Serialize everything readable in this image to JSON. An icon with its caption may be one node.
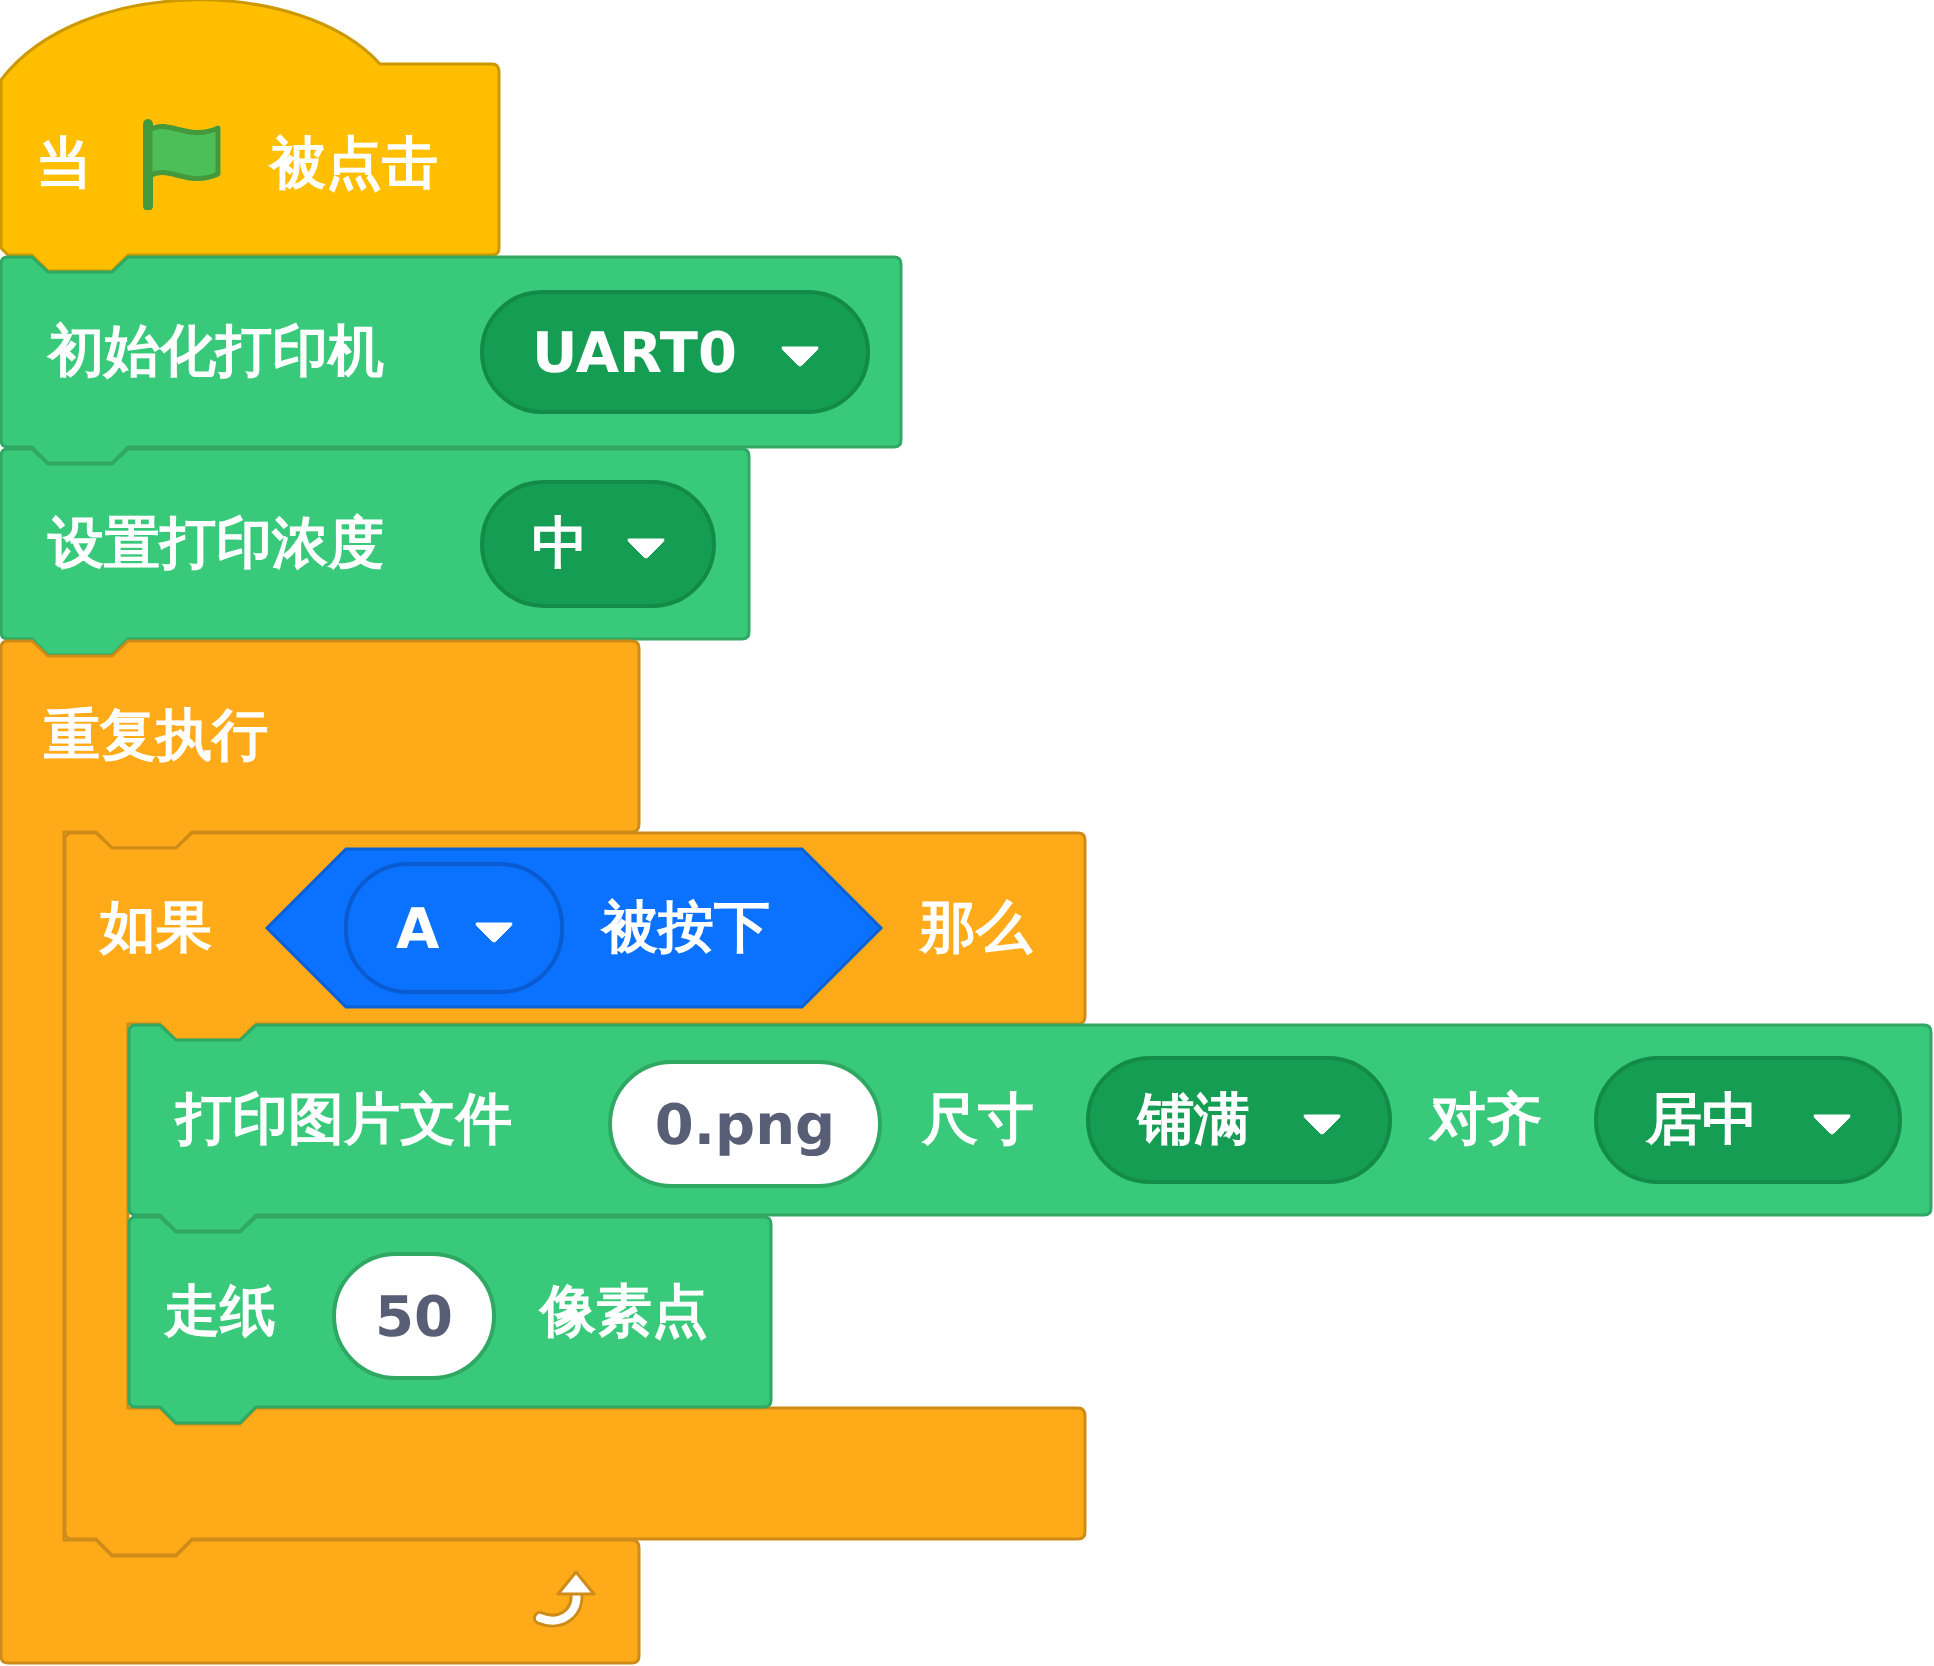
{
  "diagram": {
    "nodes": [
      {
        "text": [
          "当",
          "被点击"
        ]
      },
      {
        "text": [
          "初始化打印机"
        ]
      },
      {
        "text": [
          "UART0"
        ],
        "in": 1
      },
      {
        "text": [
          "设置打印浓度"
        ]
      },
      {
        "text": [
          "中"
        ],
        "in": 3
      },
      {
        "text": [
          "重复执行"
        ]
      },
      {
        "text": [
          "如果",
          "那么"
        ]
      },
      {
        "text": [
          "被按下"
        ],
        "in": 6
      },
      {
        "text": [
          "A"
        ],
        "in": 7
      },
      {
        "text": [
          "打印图片文件",
          "尺寸",
          "对齐"
        ]
      },
      {
        "text": [
          "0.png"
        ],
        "in": 9
      },
      {
        "text": [
          "铺满"
        ],
        "in": 9
      },
      {
        "text": [
          "居中"
        ],
        "in": 9
      },
      {
        "text": [
          "走纸",
          "像素点"
        ],
        "in": 6
      },
      {
        "text": [
          "50"
        ],
        "in": 13
      }
    ]
  }
}
